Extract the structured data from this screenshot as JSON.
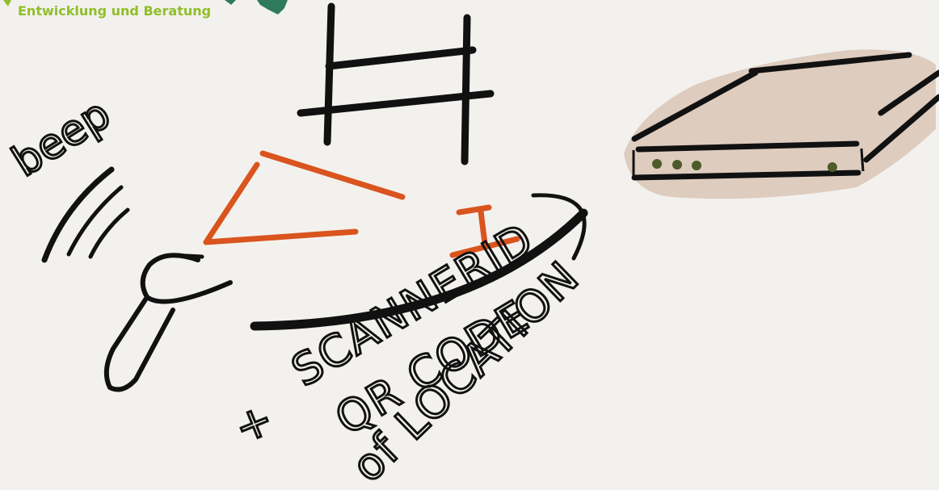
{
  "brand": {
    "caption": "Entwicklung und Beratung",
    "accent_color": "#8fbf2a",
    "leaf_color": "#2f7a5f"
  },
  "scanner": {
    "sound_label": "beep",
    "icon": "barcode-scanner-icon"
  },
  "code": {
    "icon": "qr-code-icon",
    "laser_color": "#d9541e"
  },
  "caption": {
    "line1": "SCANNERID",
    "line2": "QR CODE",
    "line3": "of LOCATION",
    "plus": "+"
  },
  "device": {
    "icon": "server-box-icon",
    "body_color": "#d9c6b6",
    "led_color": "#4d5a2a"
  },
  "ink_color": "#111111"
}
